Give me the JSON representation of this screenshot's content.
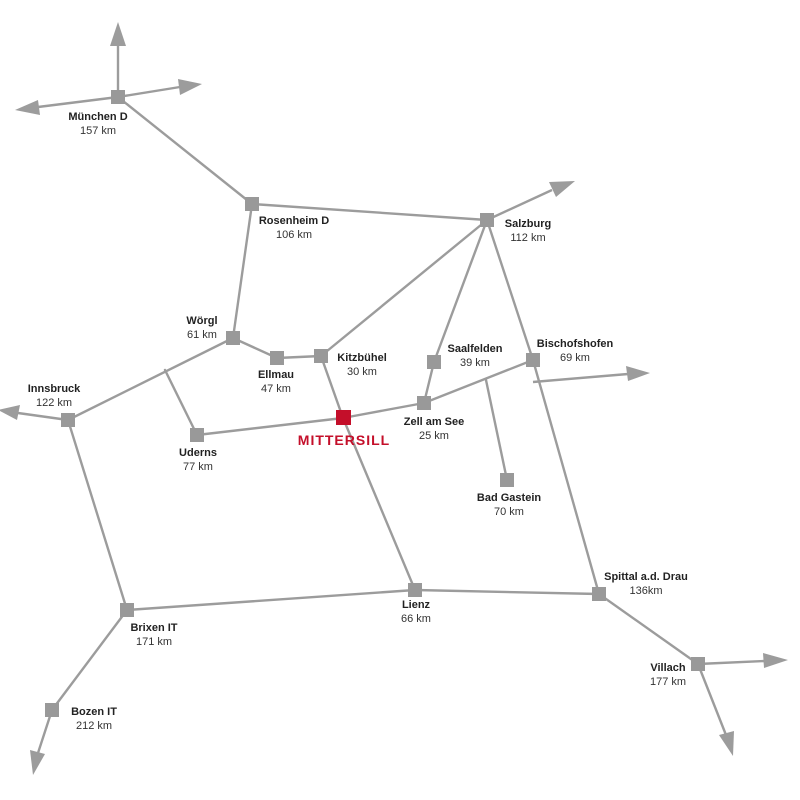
{
  "map": {
    "center_town": "MITTERSILL",
    "colors": {
      "road": "#9c9c9c",
      "node": "#999999",
      "center": "#c40f2a"
    },
    "towns": [
      {
        "id": "muenchen",
        "name": "München D",
        "distance": "157 km"
      },
      {
        "id": "rosenheim",
        "name": "Rosenheim D",
        "distance": "106 km"
      },
      {
        "id": "salzburg",
        "name": "Salzburg",
        "distance": "112 km"
      },
      {
        "id": "woergl",
        "name": "Wörgl",
        "distance": "61 km"
      },
      {
        "id": "ellmau",
        "name": "Ellmau",
        "distance": "47 km"
      },
      {
        "id": "kitzbuehel",
        "name": "Kitzbühel",
        "distance": "30 km"
      },
      {
        "id": "saalfelden",
        "name": "Saalfelden",
        "distance": "39 km"
      },
      {
        "id": "bischofshofen",
        "name": "Bischofshofen",
        "distance": "69 km"
      },
      {
        "id": "innsbruck",
        "name": "Innsbruck",
        "distance": "122 km"
      },
      {
        "id": "uderns",
        "name": "Uderns",
        "distance": "77 km"
      },
      {
        "id": "zellamsee",
        "name": "Zell am See",
        "distance": "25 km"
      },
      {
        "id": "badgastein",
        "name": "Bad Gastein",
        "distance": "70 km"
      },
      {
        "id": "lienz",
        "name": "Lienz",
        "distance": "66 km"
      },
      {
        "id": "brixen",
        "name": "Brixen IT",
        "distance": "171 km"
      },
      {
        "id": "spittal",
        "name": "Spittal a.d. Drau",
        "distance": "136km"
      },
      {
        "id": "villach",
        "name": "Villach",
        "distance": "177 km"
      },
      {
        "id": "bozen",
        "name": "Bozen IT",
        "distance": "212 km"
      }
    ]
  }
}
